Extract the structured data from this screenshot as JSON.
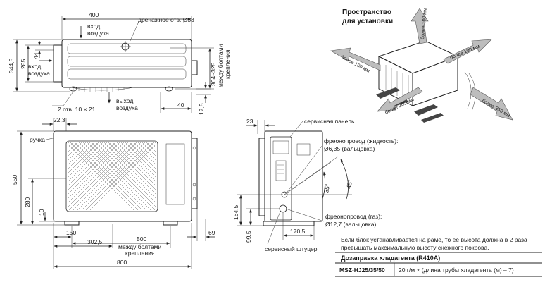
{
  "top_view": {
    "dim_width": "400",
    "drain_label": "дренажное отв. Ø33",
    "air_in_top_1": "вход",
    "air_in_top_2": "воздуха",
    "air_in_left_1": "вход",
    "air_in_left_2": "воздуха",
    "air_out_1": "выход",
    "air_out_2": "воздуха",
    "dim_344_5": "344,5",
    "dim_285": "285",
    "dim_44": "44",
    "dim_304_325": "304~325",
    "bolts_1": "между болтами",
    "bolts_2": "крепления",
    "holes_label": "2 отв. 10 × 21",
    "dim_40": "40",
    "dim_17_5": "17,5"
  },
  "front_view": {
    "dim_22_3": "22,3",
    "handle_label": "ручка",
    "dim_550": "550",
    "dim_280": "280",
    "dim_10": "10",
    "dim_150": "150",
    "dim_302_5": "302,5",
    "dim_500": "500",
    "bolts_1": "между болтами",
    "bolts_2": "крепления",
    "dim_800": "800",
    "dim_69": "69"
  },
  "side_view": {
    "dim_23": "23",
    "service_panel": "сервисная панель",
    "liquid_pipe_1": "фреонопровод (жидкость):",
    "liquid_pipe_2": "Ø6,35 (вальцовка)",
    "angle_35": "35°",
    "angle_45": "45°",
    "dim_164_5": "164,5",
    "gas_pipe_1": "фреонопровод (газ):",
    "gas_pipe_2": "Ø12,7 (вальцовка)",
    "dim_99_5": "99,5",
    "dim_170_5": "170,5",
    "service_valve": "сервисный штуцер"
  },
  "space": {
    "title_1": "Пространство",
    "title_2": "для установки",
    "c_top": "более 100 мм",
    "c_right": "более 100 мм",
    "c_left": "более 100 мм",
    "c_front": "более 200 мм",
    "c_rear": "более 350 мм"
  },
  "snow_note": {
    "line1": "Если блок устанавливается на раме, то ее высота должна в 2 раза",
    "line2": "превышать максимальную высоту снежного покрова."
  },
  "refrigerant_table": {
    "title": "Дозаправка хладагента (R410A)",
    "model": "MSZ-HJ25/35/50",
    "formula": "20 г/м × (длина трубы хладагента (м) – 7)"
  }
}
